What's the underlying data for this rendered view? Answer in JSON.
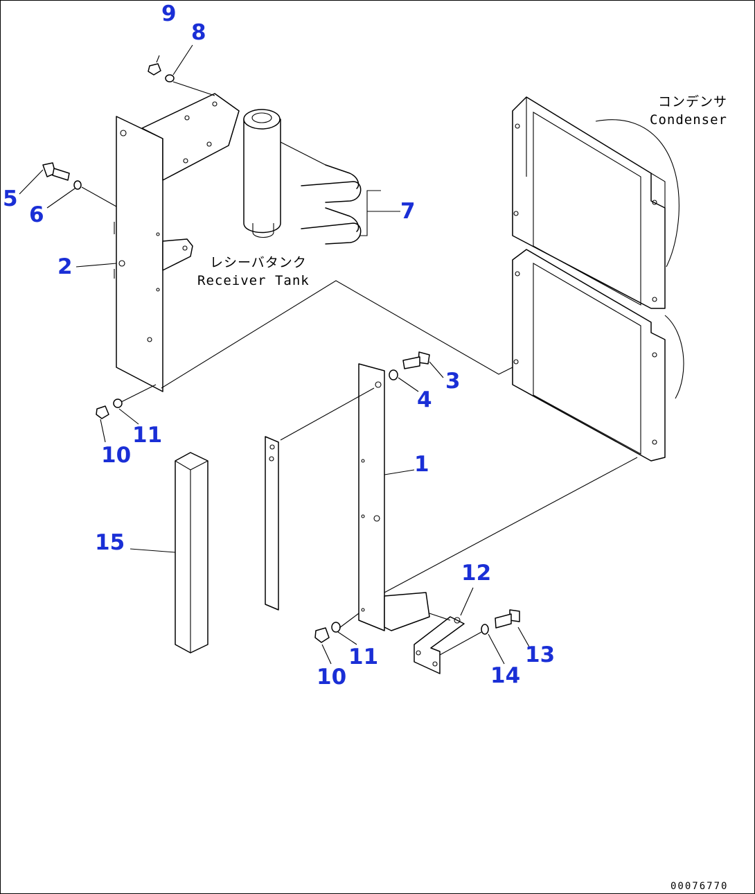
{
  "labels": {
    "c1": "1",
    "c2": "2",
    "c3": "3",
    "c4": "4",
    "c5": "5",
    "c6": "6",
    "c7": "7",
    "c8": "8",
    "c9": "9",
    "c10a": "10",
    "c10b": "10",
    "c11a": "11",
    "c11b": "11",
    "c12": "12",
    "c13": "13",
    "c14": "14",
    "c15": "15"
  },
  "notes": {
    "condenser_jp": "コンデンサ",
    "condenser_en": "Condenser",
    "receiver_jp": "レシーバタンク",
    "receiver_en": "Receiver Tank"
  },
  "drawing_code": "00076770",
  "colors": {
    "callout": "#1a2fd6",
    "line": "#000000",
    "background": "#ffffff"
  }
}
